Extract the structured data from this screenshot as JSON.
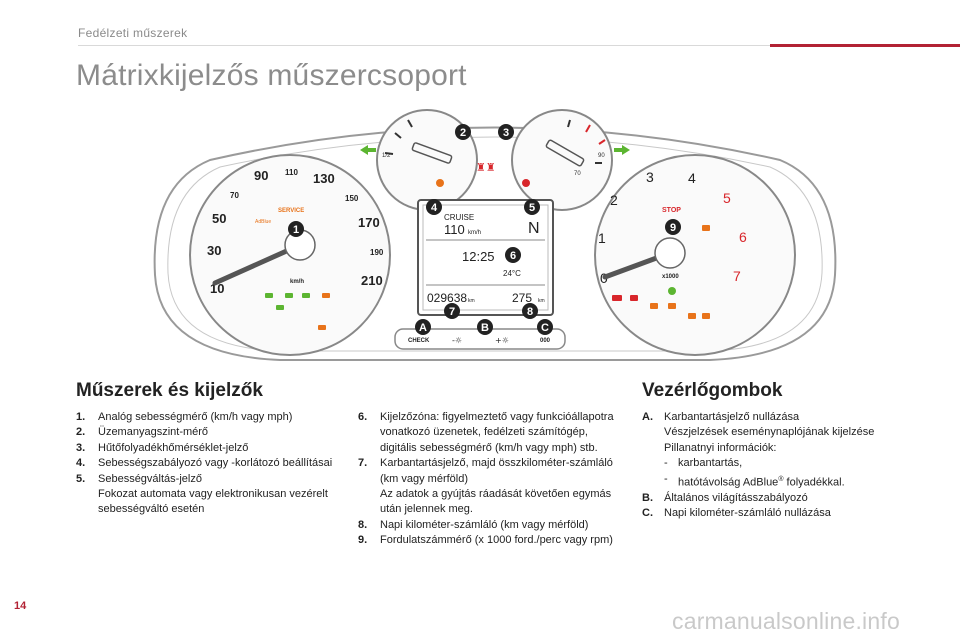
{
  "header": {
    "section": "Fedélzeti műszerek"
  },
  "title": "Mátrixkijelzős műszercsoport",
  "dashboard": {
    "callouts": [
      "1",
      "2",
      "3",
      "4",
      "5",
      "6",
      "7",
      "8",
      "9",
      "A",
      "B",
      "C"
    ],
    "speedo_labels": [
      "10",
      "30",
      "50",
      "70",
      "90",
      "110",
      "130",
      "150",
      "170",
      "190",
      "210"
    ],
    "speedo_unit": "km/h",
    "tacho_labels": [
      "0",
      "1",
      "2",
      "3",
      "4",
      "5",
      "6",
      "7"
    ],
    "tacho_unit": "x1000",
    "gauge_left_labels": [
      "1/2"
    ],
    "gauge_right_labels": [
      "90",
      "70"
    ],
    "service_label": "SERVICE",
    "adblue_label": "AdBlue",
    "stop_label": "STOP",
    "display": {
      "cruise_label": "CRUISE",
      "speed": "110",
      "speed_unit": "km/h",
      "gear": "N",
      "clock": "12:25",
      "temp": "24°C",
      "odometer": "029638",
      "odo_unit": "km",
      "trip": "275",
      "trip_unit": "km"
    },
    "buttons": {
      "check": "CHECK",
      "minus": "-☼",
      "plus": "+☼",
      "reset": "000"
    }
  },
  "left_column": {
    "heading": "Műszerek és kijelzők",
    "items": [
      {
        "n": "1.",
        "t": "Analóg sebességmérő (km/h vagy mph)"
      },
      {
        "n": "2.",
        "t": "Üzemanyagszint-mérő"
      },
      {
        "n": "3.",
        "t": "Hűtőfolyadékhőmérséklet-jelző"
      },
      {
        "n": "4.",
        "t": "Sebességszabályozó vagy -korlátozó beállításai"
      },
      {
        "n": "5.",
        "t": "Sebességváltás-jelző"
      }
    ],
    "item5_extra": "Fokozat automata vagy elektronikusan vezérelt sebességváltó esetén"
  },
  "middle_column": {
    "items": [
      {
        "n": "6.",
        "t": "Kijelzőzóna: figyelmeztető vagy funkcióállapotra vonatkozó üzenetek, fedélzeti számítógép, digitális sebességmérő (km/h vagy mph) stb."
      },
      {
        "n": "7.",
        "t": "Karbantartásjelző, majd összkilométer-számláló (km vagy mérföld)"
      },
      {
        "n": "8.",
        "t": "Napi kilométer-számláló (km vagy mérföld)"
      },
      {
        "n": "9.",
        "t": "Fordulatszámmérő (x 1000 ford./perc vagy rpm)"
      }
    ],
    "item7_extra": "Az adatok a gyújtás ráadását követően egymás után jelennek meg."
  },
  "right_column": {
    "heading": "Vezérlőgombok",
    "a": {
      "n": "A.",
      "t": "Karbantartásjelző nullázása"
    },
    "a_extra1": "Vészjelzések eseménynaplójának kijelzése",
    "a_extra2": "Pillanatnyi információk:",
    "a_dash1": "karbantartás,",
    "a_dash2_pre": "hatótávolság AdBlue",
    "a_dash2_sup": "®",
    "a_dash2_post": " folyadékkal.",
    "dash": "-",
    "b": {
      "n": "B.",
      "t": "Általános világításszabályozó"
    },
    "c": {
      "n": "C.",
      "t": "Napi kilométer-számláló nullázása"
    }
  },
  "footer": {
    "page_number": "14",
    "watermark": "carmanualsonline.info"
  },
  "colors": {
    "accent": "#b22234",
    "title_gray": "#8c8c8c",
    "callout": "#222222",
    "warn_orange": "#e8731a",
    "warn_red": "#d8262b",
    "ind_green": "#5cb531"
  }
}
